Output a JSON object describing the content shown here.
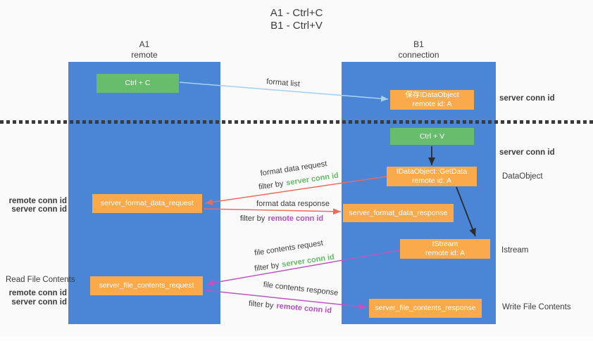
{
  "title": {
    "line1": "A1 - Ctrl+C",
    "line2": "B1 - Ctrl+V"
  },
  "lanes": {
    "left": {
      "title": "A1",
      "subtitle": "remote"
    },
    "right": {
      "title": "B1",
      "subtitle": "connection"
    }
  },
  "nodes": {
    "ctrl_c": {
      "label": "Ctrl + C"
    },
    "save_idataobject": {
      "line1": "保存IDataObject",
      "line2": "remote id: A"
    },
    "ctrl_v": {
      "label": "Ctrl + V"
    },
    "idataobject_getdata": {
      "line1": "IDataObject::GetData",
      "line2": "remote id: A"
    },
    "server_format_data_request": {
      "label": "server_format_data_request"
    },
    "server_format_data_response": {
      "label": "server_format_data_response"
    },
    "istream": {
      "line1": "IStream",
      "line2": "remote id: A"
    },
    "server_file_contents_request": {
      "label": "server_file_contents_request"
    },
    "server_file_contents_response": {
      "label": "server_file_contents_response"
    }
  },
  "arrow_labels": {
    "format_list": "format list",
    "format_data_request": "format data request",
    "format_data_response": "format data response",
    "file_contents_request": "file contents request",
    "file_contents_response": "file contents response",
    "filter_by": "filter by",
    "server_conn_id": "server conn id",
    "remote_conn_id": "remote conn id"
  },
  "side_labels": {
    "server_conn_id_top": "server conn id",
    "server_conn_id_mid": "server conn id",
    "dataobject": "DataObject",
    "istream": "Istream",
    "write_file_contents": "Write File Contents",
    "read_file_contents": "Read File Contents",
    "remote_conn_id_format": "remote conn id",
    "server_conn_id_format": "server conn id",
    "remote_conn_id_file": "remote conn id",
    "server_conn_id_file": "server conn id"
  },
  "colors": {
    "lane_blue": "#4a85d6",
    "node_green": "#68bd6c",
    "node_orange": "#fbaa4b",
    "arrow_light_blue": "#a8d0f0",
    "arrow_black": "#2c2c2c",
    "arrow_red": "#ed6a5e",
    "arrow_magenta": "#bf55bf",
    "label_green": "#64bb64",
    "label_purple": "#b44cc4",
    "text_dark": "#3c3c3c",
    "background": "#fafafa"
  }
}
